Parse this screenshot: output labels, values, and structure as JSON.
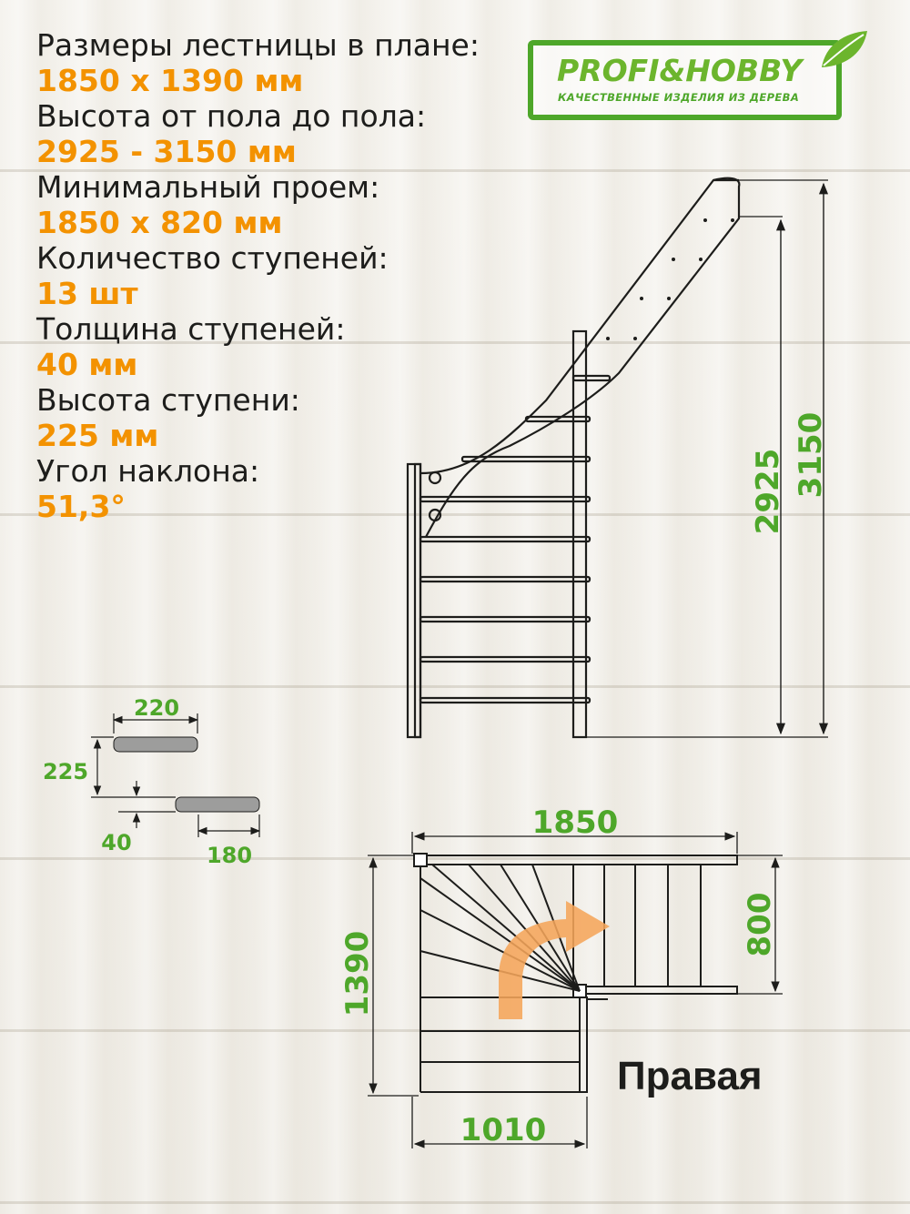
{
  "specs": [
    {
      "label": "Размеры лестницы в плане:",
      "value": "1850 x 1390 мм"
    },
    {
      "label": "Высота от пола до пола:",
      "value": "2925 - 3150 мм"
    },
    {
      "label": "Минимальный проем:",
      "value": "1850 x 820 мм"
    },
    {
      "label": "Количество ступеней:",
      "value": "13 шт"
    },
    {
      "label": "Толщина ступеней:",
      "value": "40 мм"
    },
    {
      "label": "Высота ступени:",
      "value": "225 мм"
    },
    {
      "label": "Угол наклона:",
      "value": "51,3°"
    }
  ],
  "logo": {
    "brand": "PROFI&HOBBY",
    "tagline": "КАЧЕСТВЕННЫЕ ИЗДЕЛИЯ ИЗ ДЕРЕВА",
    "color": "#4ea72a"
  },
  "dimensions": {
    "height_min": "2925",
    "height_max": "3150",
    "step_depth": "220",
    "step_rise": "225",
    "step_thickness": "40",
    "step_offset": "180",
    "plan_width": "1850",
    "plan_depth": "1390",
    "upper_width": "800",
    "lower_width": "1010"
  },
  "variant": "Правая",
  "colors": {
    "accent": "#f39200",
    "dimension": "#4ea72a",
    "line": "#1d1d1b",
    "step_sample": "#9d9d9c",
    "arrow": "#f5a55a"
  }
}
